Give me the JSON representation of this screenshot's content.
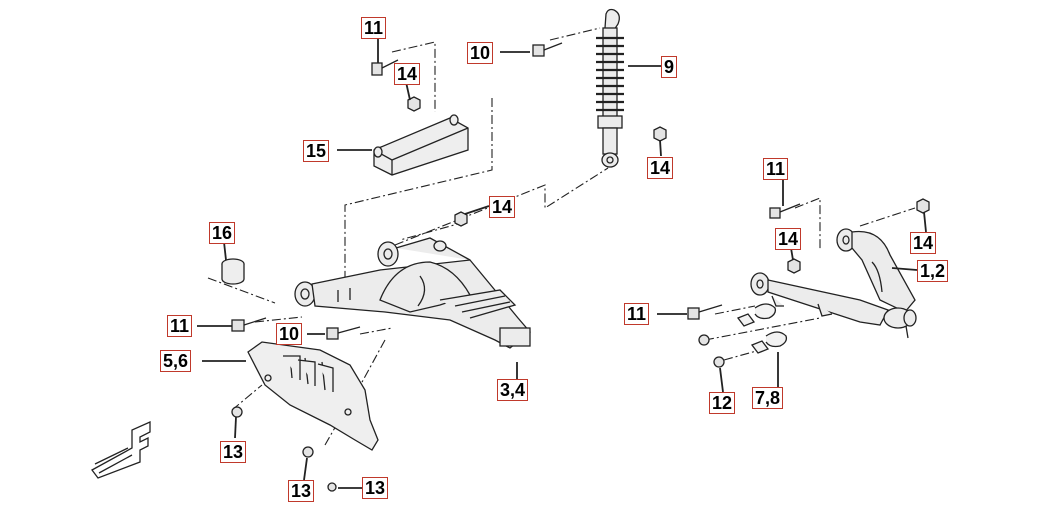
{
  "colors": {
    "callout_border": "#c0392b",
    "line": "#222222",
    "part_fill": "#e8e8e8"
  },
  "callouts": [
    {
      "id": "c-11-top",
      "label": "11"
    },
    {
      "id": "c-14-top",
      "label": "14"
    },
    {
      "id": "c-10-top",
      "label": "10"
    },
    {
      "id": "c-9",
      "label": "9"
    },
    {
      "id": "c-15",
      "label": "15"
    },
    {
      "id": "c-14-shock",
      "label": "14"
    },
    {
      "id": "c-14-mid",
      "label": "14"
    },
    {
      "id": "c-16",
      "label": "16"
    },
    {
      "id": "c-11-left",
      "label": "11"
    },
    {
      "id": "c-10-bottom",
      "label": "10"
    },
    {
      "id": "c-56",
      "label": "5,6"
    },
    {
      "id": "c-34",
      "label": "3,4"
    },
    {
      "id": "c-13-a",
      "label": "13"
    },
    {
      "id": "c-13-b",
      "label": "13"
    },
    {
      "id": "c-13-c",
      "label": "13"
    },
    {
      "id": "c-11-right-top",
      "label": "11"
    },
    {
      "id": "c-14-right-a",
      "label": "14"
    },
    {
      "id": "c-14-right-b",
      "label": "14"
    },
    {
      "id": "c-12-arm",
      "label": "1,2"
    },
    {
      "id": "c-11-right",
      "label": "11"
    },
    {
      "id": "c-12",
      "label": "12"
    },
    {
      "id": "c-78",
      "label": "7,8"
    }
  ]
}
